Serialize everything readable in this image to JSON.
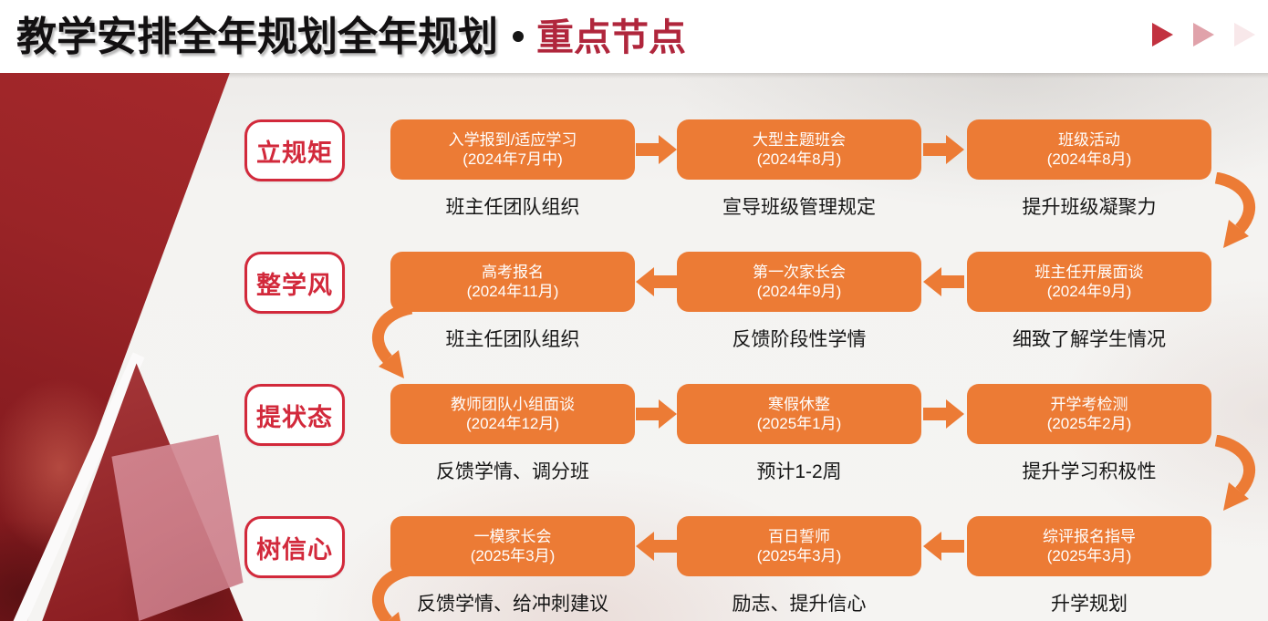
{
  "header": {
    "title_main": "教学安排全年规划全年规划",
    "separator": "·",
    "title_highlight": "重点节点",
    "decor_triangles": {
      "icon": "play-triangle-icon",
      "count": 3,
      "colors": [
        "#C23240",
        "#E0A2AA",
        "#F8E8EA"
      ]
    }
  },
  "colors": {
    "title_text": "#121011",
    "highlight_red": "#B0263C",
    "pill_red": "#D2293B",
    "box_orange": "#EC7B35",
    "caption_text": "#161616",
    "photo_overlay_red": "#9A2428"
  },
  "icons": {
    "flow_arrow": "block-arrow-icon",
    "curved_connector": "curved-down-arrow-icon"
  },
  "connectors_after_rows": [
    "right",
    "left",
    "right",
    "left"
  ],
  "rows": [
    {
      "label": "立规矩",
      "flow": "right",
      "steps": [
        {
          "title": "入学报到/适应学习",
          "date": "(2024年7月中)",
          "caption": "班主任团队组织"
        },
        {
          "title": "大型主题班会",
          "date": "(2024年8月)",
          "caption": "宣导班级管理规定"
        },
        {
          "title": "班级活动",
          "date": "(2024年8月)",
          "caption": "提升班级凝聚力"
        }
      ]
    },
    {
      "label": "整学风",
      "flow": "left",
      "steps": [
        {
          "title": "高考报名",
          "date": "(2024年11月)",
          "caption": "班主任团队组织"
        },
        {
          "title": "第一次家长会",
          "date": "(2024年9月)",
          "caption": "反馈阶段性学情"
        },
        {
          "title": "班主任开展面谈",
          "date": "(2024年9月)",
          "caption": "细致了解学生情况"
        }
      ]
    },
    {
      "label": "提状态",
      "flow": "right",
      "steps": [
        {
          "title": "教师团队小组面谈",
          "date": "(2024年12月)",
          "caption": "反馈学情、调分班"
        },
        {
          "title": "寒假休整",
          "date": "(2025年1月)",
          "caption": "预计1-2周"
        },
        {
          "title": "开学考检测",
          "date": "(2025年2月)",
          "caption": "提升学习积极性"
        }
      ]
    },
    {
      "label": "树信心",
      "flow": "left",
      "steps": [
        {
          "title": "一模家长会",
          "date": "(2025年3月)",
          "caption": "反馈学情、给冲刺建议"
        },
        {
          "title": "百日誓师",
          "date": "(2025年3月)",
          "caption": "励志、提升信心"
        },
        {
          "title": "综评报名指导",
          "date": "(2025年3月)",
          "caption": "升学规划"
        }
      ]
    }
  ]
}
